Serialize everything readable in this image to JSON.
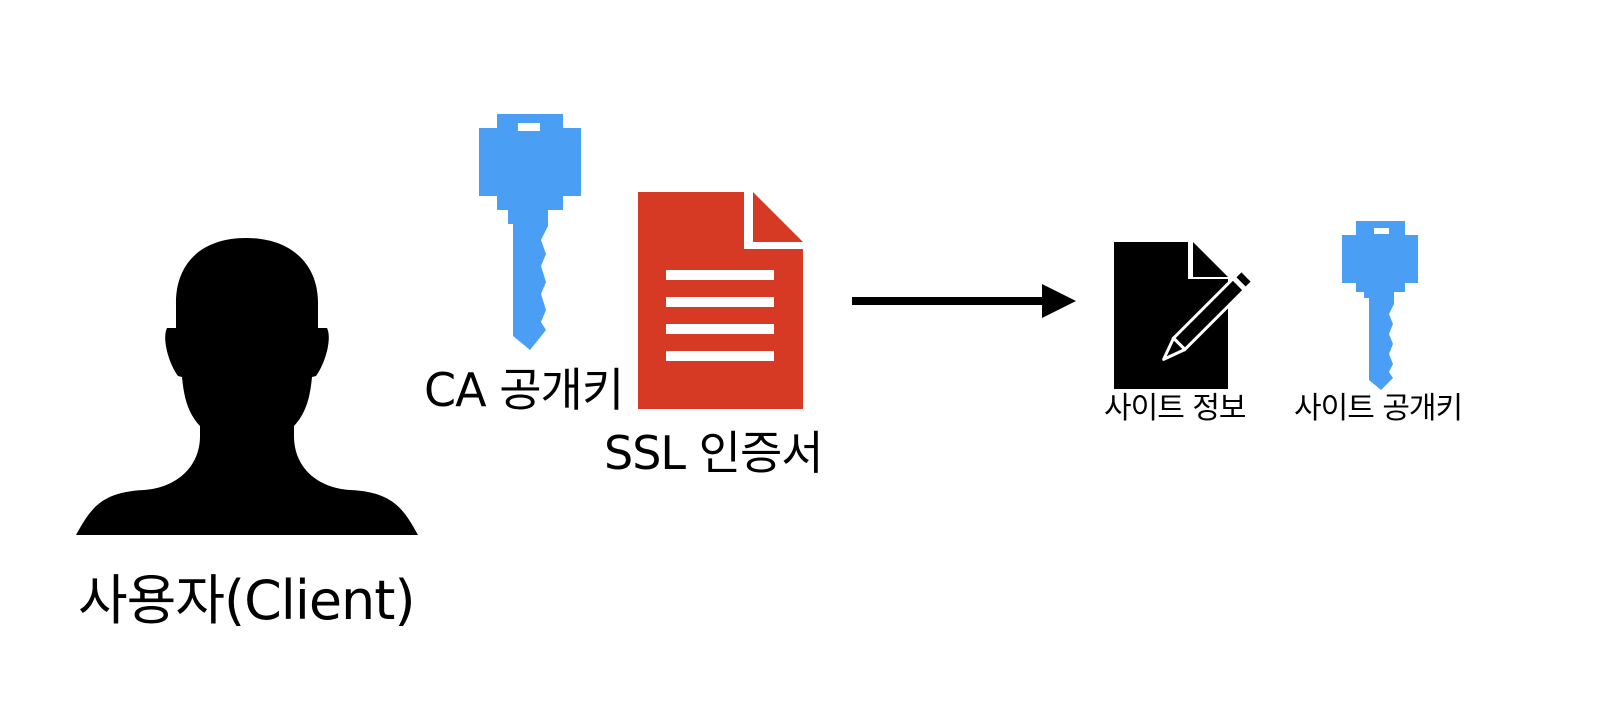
{
  "labels": {
    "user": "사용자(Client)",
    "ca_public_key": "CA 공개키",
    "ssl_certificate": "SSL 인증서",
    "site_info": "사이트 정보",
    "site_public_key": "사이트 공개키"
  },
  "colors": {
    "key_blue": "#4a9ff5",
    "certificate_red": "#d63a24",
    "ink": "#000000",
    "background": "#ffffff"
  },
  "icons": {
    "user": "person-silhouette-icon",
    "ca_key": "key-icon",
    "certificate": "document-icon",
    "arrow": "arrow-right-icon",
    "signed_doc": "signed-document-icon",
    "site_key": "key-icon"
  }
}
